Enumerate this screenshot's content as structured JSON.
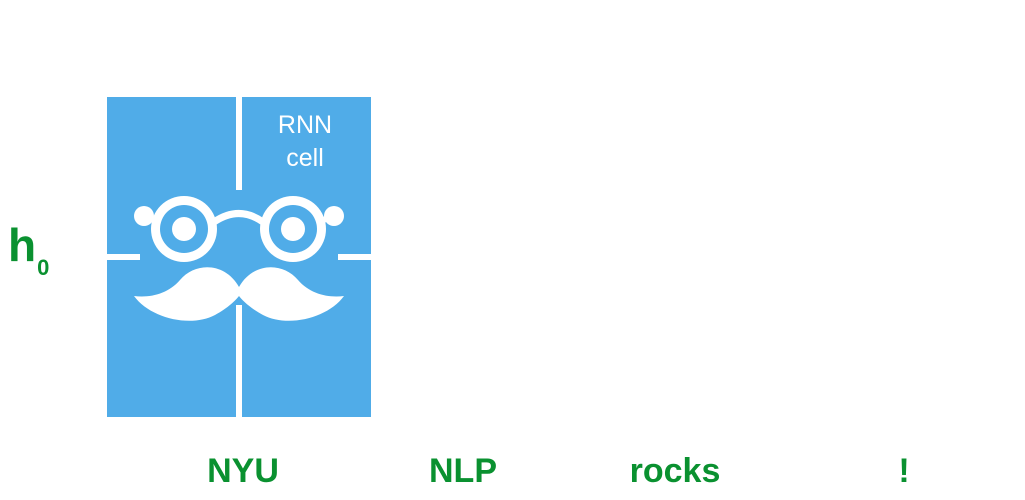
{
  "hidden_state": {
    "symbol": "h",
    "subscript": "0"
  },
  "rnn_cell": {
    "label_line1": "RNN",
    "label_line2": "cell",
    "icon": "hipster-face-icon",
    "color": "#50ace8"
  },
  "tokens": [
    "NYU",
    "NLP",
    "rocks",
    "!"
  ],
  "colors": {
    "label_green": "#0a9130",
    "background": "#ffffff"
  }
}
